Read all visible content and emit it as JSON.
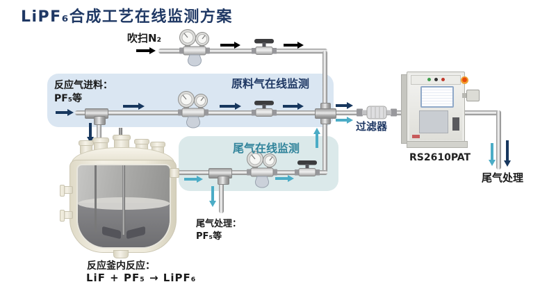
{
  "title": "LiPF₆合成工艺在线监测方案",
  "colors": {
    "title_navy": "#1F3864",
    "teal_text": "#31849B",
    "arrow_black": "#000000",
    "arrow_navy": "#17375E",
    "arrow_teal": "#4BACC6",
    "feed_box_bg": "#DAE6F2",
    "tail_box_bg": "#DBE9EA"
  },
  "purge_line": {
    "label": "吹扫N₂"
  },
  "feed_line": {
    "label_line1": "反应气进料：",
    "label_line2": "PF₅等",
    "monitor_label": "原料气在线监测"
  },
  "tail_line": {
    "monitor_label": "尾气在线监测",
    "treatment_label_line1": "尾气处理：",
    "treatment_label_line2": "PF₅等"
  },
  "filter": {
    "label": "过滤器"
  },
  "analyzer": {
    "model": "RS2610PAT"
  },
  "outlet": {
    "label": "尾气处理"
  },
  "reactor": {
    "caption_line1": "反应釜内反应：",
    "caption_line2": "LiF + PF₅ → LiPF₆"
  }
}
